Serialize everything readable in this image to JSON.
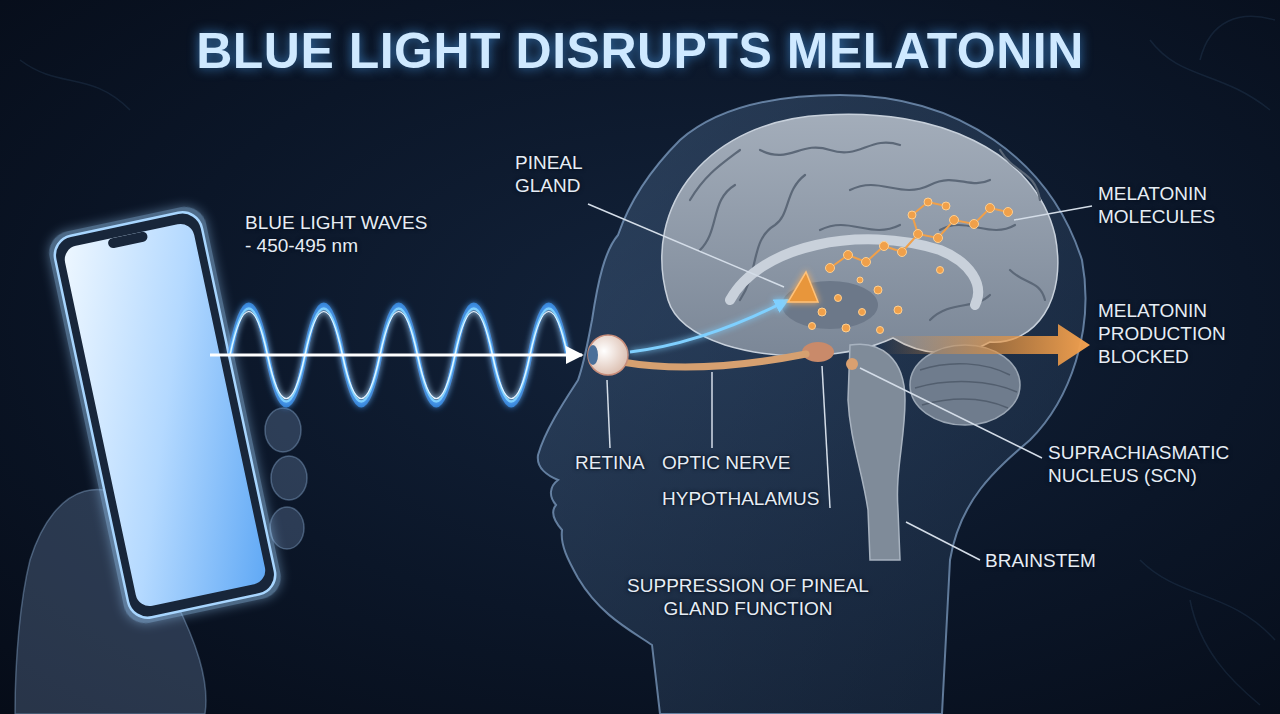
{
  "diagram": {
    "title": "BLUE LIGHT DISRUPTS MELATONIN",
    "labels": [
      "PINEAL GLAND",
      "BLUE LIGHT WAVES - 450-495 nm",
      "MELATONIN MOLECULES",
      "MELATONIN PRODUCTION BLOCKED",
      "RETINA",
      "OPTIC NERVE",
      "HYPOTHALAMUS",
      "SUPRACHIASMATIC NUCLEUS (SCN)",
      "BRAINSTEM",
      "SUPPRESSION OF PINEAL GLAND FUNCTION"
    ]
  }
}
